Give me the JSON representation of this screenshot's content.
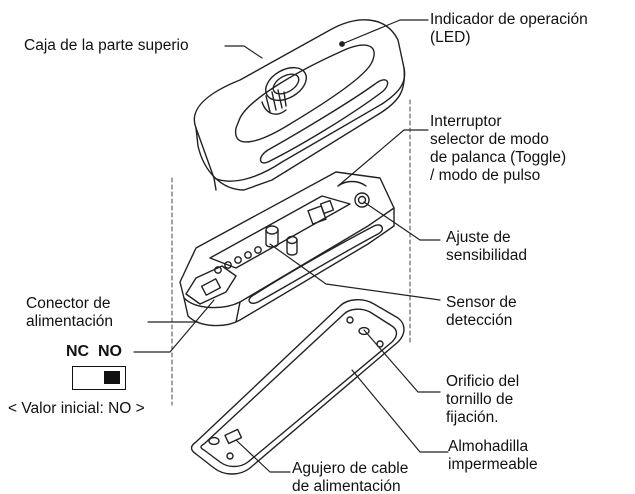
{
  "labels": {
    "top_case": "Caja de la parte superio",
    "led_line1": "Indicador de operación",
    "led_line2": "(LED)",
    "toggle_line1": "Interruptor",
    "toggle_line2": "selector de modo",
    "toggle_line3": "de palanca (Toggle)",
    "toggle_line4": "/ modo de pulso",
    "sensitivity_line1": "Ajuste de",
    "sensitivity_line2": "sensibilidad",
    "connector_line1": "Conector de",
    "connector_line2": "alimentación",
    "sensor_line1": "Sensor de",
    "sensor_line2": "detección",
    "screw_line1": "Orificio del",
    "screw_line2": "tornillo de",
    "screw_line3": "fijación.",
    "pad_line1": "Almohadilla",
    "pad_line2": "impermeable",
    "cable_line1": "Agujero de cable",
    "cable_line2": "de alimentación"
  },
  "switch": {
    "nc": "NC",
    "no": "NO",
    "initial_value": "< Valor inicial: NO >"
  }
}
